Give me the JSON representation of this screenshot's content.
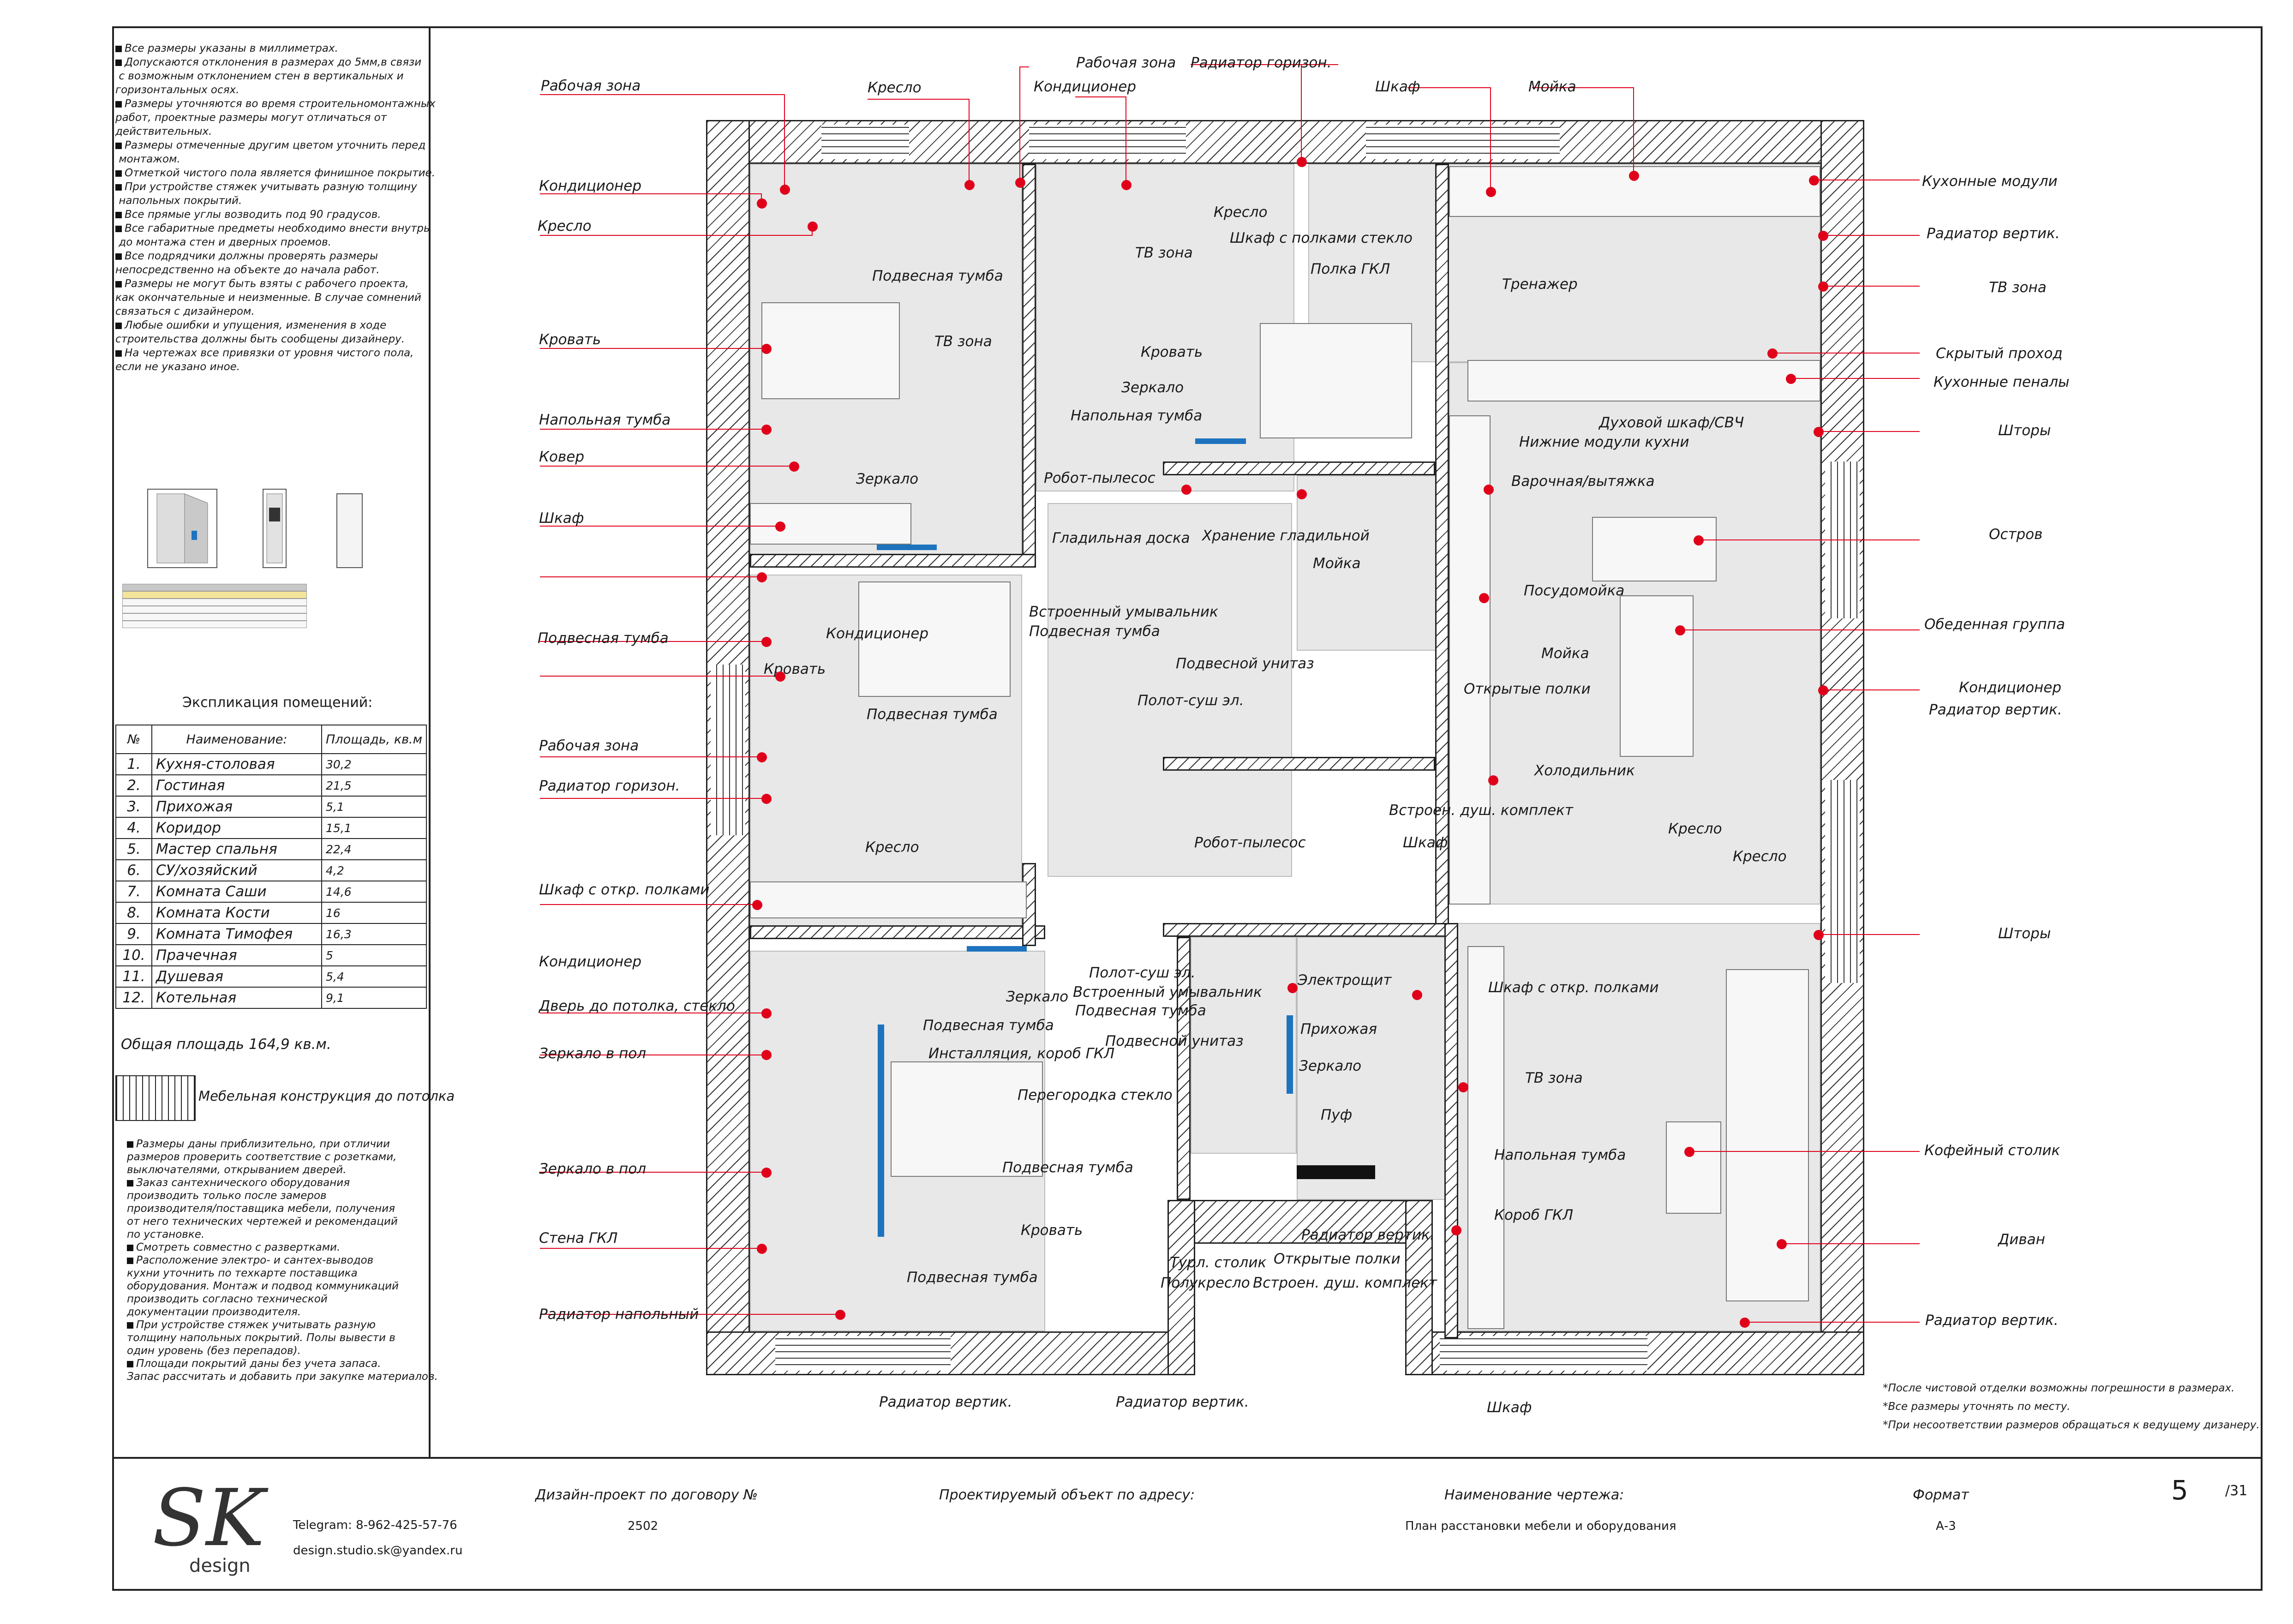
{
  "notes_top": [
    "Все размеры указаны в миллиметрах.",
    "Допускаются отклонения в размерах до 5мм,в связи",
    "с возможным отклонением стен в вертикальных и",
    "горизонтальных осях.",
    "Размеры уточняются во время строительномонтажных",
    "работ, проектные размеры могут отличаться от",
    "действительных.",
    "Размеры отмеченные другим цветом уточнить перед",
    "монтажом.",
    "Отметкой чистого пола является финишное покрытие.",
    "При устройстве стяжек учитывать разную толщину",
    "напольных покрытий.",
    "Все прямые углы возводить под 90 градусов.",
    "Все габаритные предметы необходимо внести внутрь",
    "до монтажа стен и дверных проемов.",
    "Все подрядчики должны проверять размеры",
    "непосредственно на объекте до начала работ.",
    "Размеры не могут быть взяты с рабочего проекта,",
    "как окончательные и неизменные. В случае сомнений",
    "связаться с дизайнером.",
    "Любые ошибки и упущения, изменения в ходе",
    "строительства должны быть сообщены дизайнеру.",
    "На чертежах все привязки от уровня чистого пола,",
    "если не указано иное."
  ],
  "explication": {
    "title": "Экспликация помещений:",
    "headers": [
      "№",
      "Наименование:",
      "Площадь, кв.м"
    ],
    "rows": [
      [
        "1.",
        "Кухня-столовая",
        "30,2"
      ],
      [
        "2.",
        "Гостиная",
        "21,5"
      ],
      [
        "3.",
        "Прихожая",
        "5,1"
      ],
      [
        "4.",
        "Коридор",
        "15,1"
      ],
      [
        "5.",
        "Мастер спальня",
        "22,4"
      ],
      [
        "6.",
        "СУ/хозяйский",
        "4,2"
      ],
      [
        "7.",
        "Комната Саши",
        "14,6"
      ],
      [
        "8.",
        "Комната Кости",
        "16"
      ],
      [
        "9.",
        "Комната Тимофея",
        "16,3"
      ],
      [
        "10.",
        "Прачечная",
        "5"
      ],
      [
        "11.",
        "Душевая",
        "5,4"
      ],
      [
        "12.",
        "Котельная",
        "9,1"
      ]
    ],
    "total": "Общая площадь 164,9 кв.м.",
    "legend": "Мебельная конструкция до потолка"
  },
  "notes_bottom": [
    "Размеры даны приблизительно, при отличии",
    "размеров проверить соответствие с розетками,",
    "выключателями, открыванием дверей.",
    "Заказ сантехнического оборудования",
    "производить только после замеров",
    "производителя/поставщика мебели, получения",
    "от него технических чертежей и рекомендаций",
    "по установке.",
    "Смотреть совместно с развертками.",
    "Расположение электро- и сантех-выводов",
    "кухни уточнить по техкарте поставщика",
    "оборудования. Монтаж и подвод коммуникаций",
    "производить согласно технической",
    "документации производителя.",
    "При устройстве стяжек учитывать разную",
    "толщину напольных покрытий. Полы вывести в",
    "один уровень (без перепадов).",
    "Площади покрытий даны без учета запаса.",
    "Запас рассчитать и добавить при закупке материалов."
  ],
  "right_notes": [
    "*После чистовой отделки возможны погрешности в размерах.",
    "*Все размеры уточнять по месту.",
    "*При несоответствии размеров обращаться к ведущему дизанеру."
  ],
  "title_block": {
    "logo": "SK",
    "logo_sub": "design",
    "telegram": "Telegram: 8-962-425-57-76",
    "email": "design.studio.sk@yandex.ru",
    "contract_label": "Дизайн-проект по договору №",
    "contract_value": "2502",
    "object_label": "Проектируемый объект по адресу:",
    "drawing_label": "Наименование чертежа:",
    "drawing_value": "План расстановки мебели и оборудования",
    "format_label": "Формат",
    "format_value": "А-3",
    "page": "5",
    "total_pages": "/31"
  },
  "labels": {
    "l01": "Рабочая зона",
    "l02": "Кондиционер",
    "l03": "Кресло",
    "l04": "Кровать",
    "l05": "Напольная тумба",
    "l06": "Ковер",
    "l07": "Шкаф",
    "l08": "Подвесная тумба",
    "l09": "Кровать",
    "l10": "Рабочая зона",
    "l11": "Радиатор горизон.",
    "l12": "Шкаф с откр. полками",
    "l13": "Кондиционер",
    "l14": "Дверь до потолка, стекло",
    "l15": "Зеркало в пол",
    "l16": "Зеркало в пол",
    "l17": "Стена ГКЛ",
    "l18": "Радиатор напольный",
    "l19": "Радиатор вертик.",
    "l20": "Кресло",
    "l21": "Рабочая зона",
    "l22": "Кондиционер",
    "l23": "Радиатор горизон.",
    "l24": "Шкаф",
    "l25": "Мойка",
    "l26": "Кресло",
    "l27": "Шкаф с полками стекло",
    "l28": "ТВ зона",
    "l29": "Полка ГКЛ",
    "l30": "Тренажер",
    "l31": "Подвесная тумба",
    "l32": "ТВ зона",
    "l33": "Кровать",
    "l34": "Зеркало",
    "l35": "Напольная тумба",
    "l36": "Зеркало",
    "l37": "Робот-пылесос",
    "l38": "Хранение гладильной",
    "l39": "Гладильная доска",
    "l40": "Мойка",
    "l41": "Встроенный умывальник",
    "l42": "Подвесная тумба",
    "l43": "Кондиционер",
    "l44": "Подвесной унитаз",
    "l45": "Полот-суш эл.",
    "l46": "Подвесная тумба",
    "l47": "Кресло",
    "l48": "Робот-пылесос",
    "l49": "Шкаф",
    "l50": "Встроен. душ. комплект",
    "l51": "Открытые полки",
    "l52": "Посудомойка",
    "l53": "Мойка",
    "l54": "Варочная/вытяжка",
    "l55": "Нижние модули кухни",
    "l56": "Духовой шкаф/СВЧ",
    "l57": "Холодильник",
    "l58": "Кухонные модули",
    "l59": "Радиатор вертик.",
    "l60": "ТВ зона",
    "l61": "Скрытый проход",
    "l62": "Кухонные пеналы",
    "l63": "Шторы",
    "l64": "Остров",
    "l65": "Обеденная группа",
    "l66": "Кондиционер",
    "l67": "Радиатор вертик.",
    "l68": "Кресло",
    "l69": "Кресло",
    "l70": "Шторы",
    "l71": "Кофейный столик",
    "l72": "Диван",
    "l73": "Радиатор вертик.",
    "l74": "Шкаф с откр. полками",
    "l75": "ТВ зона",
    "l76": "Напольная тумба",
    "l77": "Короб ГКЛ",
    "l78": "Шкаф",
    "l79": "Зеркало",
    "l80": "Полот-суш эл.",
    "l81": "Встроенный умывальник",
    "l82": "Подвесная тумба",
    "l83": "Подвесная тумба",
    "l84": "Инсталляция, короб ГКЛ",
    "l85": "Подвесной унитаз",
    "l86": "Перегородка стекло",
    "l87": "Подвесная тумба",
    "l88": "Кровать",
    "l89": "Подвесная тумба",
    "l90": "Турл. столик",
    "l91": "Полукресло",
    "l92": "Электрощит",
    "l93": "Прихожая",
    "l94": "Зеркало",
    "l95": "Пуф",
    "l96": "Радиатор вертик.",
    "l97": "Открытые полки",
    "l98": "Встроен. душ. комплект",
    "l99": "Радиатор вертик."
  },
  "colors": {
    "callout": "#e0001a",
    "glass": "#1e73be",
    "floor": "#e8e8e8",
    "line": "#222222"
  }
}
